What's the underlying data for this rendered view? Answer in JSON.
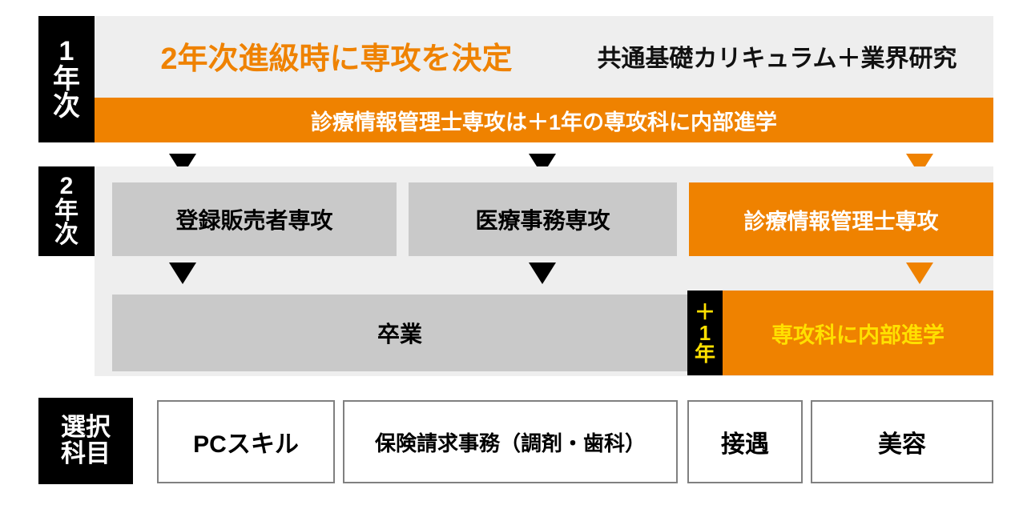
{
  "diagram": {
    "title_text_orange": "2年次進級時に専攻を決定",
    "title_text_black": "共通基礎カリキュラム＋業界研究",
    "banner_text": "診療情報管理士専攻は＋1年の専攻科に内部進学",
    "year1_label": {
      "chars": [
        "1",
        "年",
        "次"
      ]
    },
    "year2_label": {
      "chars": [
        "2",
        "年",
        "次"
      ]
    },
    "majors": [
      {
        "name": "major-registered-seller",
        "label": "登録販売者専攻",
        "style": "gray"
      },
      {
        "name": "major-medical-office",
        "label": "医療事務専攻",
        "style": "gray"
      },
      {
        "name": "major-health-info-manager",
        "label": "診療情報管理士専攻",
        "style": "orange"
      }
    ],
    "graduation_label": "卒業",
    "plus_one_year": {
      "chars": [
        "＋",
        "1",
        "年"
      ]
    },
    "advance_label": "専攻科に内部進学",
    "elective": {
      "tag_lines": [
        "選択",
        "科目"
      ],
      "items": [
        {
          "name": "elective-pc-skills",
          "label": "PCスキル",
          "size": "lg"
        },
        {
          "name": "elective-insurance-claims",
          "label": "保険請求事務（調剤・歯科）",
          "size": "md"
        },
        {
          "name": "elective-hospitality",
          "label": "接遇",
          "size": "lg"
        },
        {
          "name": "elective-beauty",
          "label": "美容",
          "size": "lg"
        }
      ]
    },
    "colors": {
      "accent_orange": "#EF8200",
      "black": "#000000",
      "yellow": "#FFE000",
      "gray_box": "#C9C9C9",
      "panel_light": "#EEEEEE",
      "white": "#FFFFFF",
      "border_gray": "#808080"
    },
    "arrows": [
      {
        "name": "arrow-to-registered-seller",
        "color": "black"
      },
      {
        "name": "arrow-to-medical-office",
        "color": "black"
      },
      {
        "name": "arrow-to-health-info-manager",
        "color": "orange"
      },
      {
        "name": "arrow-registered-seller-to-graduation",
        "color": "black"
      },
      {
        "name": "arrow-medical-office-to-graduation",
        "color": "black"
      },
      {
        "name": "arrow-health-info-manager-to-advance",
        "color": "orange"
      }
    ]
  }
}
